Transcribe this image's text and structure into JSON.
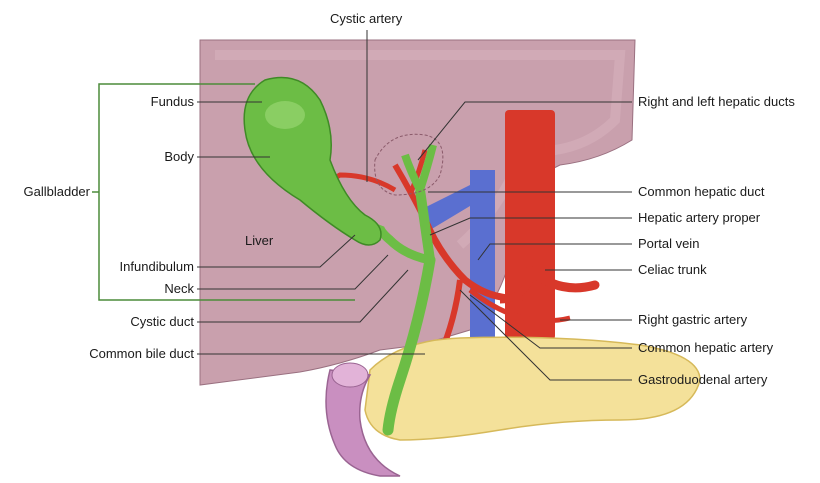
{
  "labels": {
    "cystic_artery": "Cystic artery",
    "fundus": "Fundus",
    "body": "Body",
    "gallbladder": "Gallbladder",
    "liver": "Liver",
    "infundibulum": "Infundibulum",
    "neck": "Neck",
    "cystic_duct": "Cystic duct",
    "common_bile_duct": "Common bile duct",
    "right_left_hepatic_ducts": "Right and left hepatic ducts",
    "common_hepatic_duct": "Common hepatic duct",
    "hepatic_artery_proper": "Hepatic artery proper",
    "portal_vein": "Portal vein",
    "celiac_trunk": "Celiac trunk",
    "right_gastric_artery": "Right gastric artery",
    "common_hepatic_artery": "Common hepatic artery",
    "gastroduodenal_artery": "Gastroduodenal artery"
  },
  "colors": {
    "liver": "#c9a0ad",
    "gallbladder": "#6cbd45",
    "artery": "#d8382a",
    "vein": "#5a6fd0",
    "pancreas": "#f4e19a",
    "duodenum": "#c98fc0",
    "leader": "#333333",
    "bracket": "#4c8c3a"
  }
}
